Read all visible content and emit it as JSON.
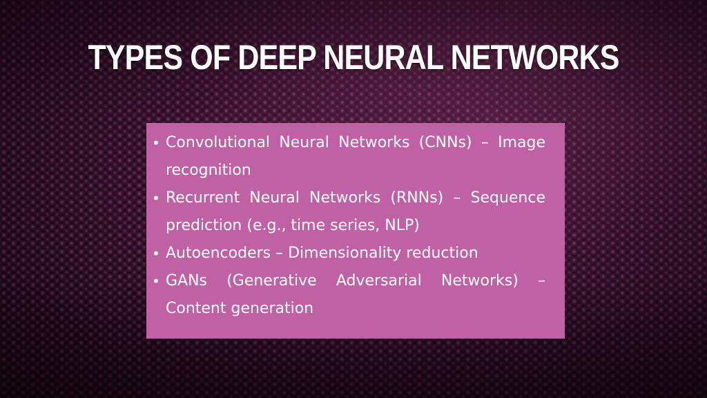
{
  "slide": {
    "title": "TYPES OF DEEP NEURAL NETWORKS",
    "bullets": [
      "Convolutional Neural Networks (CNNs) – Image recognition",
      "Recurrent Neural Networks (RNNs) – Sequence prediction (e.g., time series, NLP)",
      "Autoencoders – Dimensionality reduction",
      "GANs (Generative Adversarial Networks) – Content generation"
    ],
    "bullet_glyph": "•"
  },
  "colors": {
    "background": "#2a0f22",
    "content_box": "#c061a6",
    "text": "#ffffff"
  }
}
